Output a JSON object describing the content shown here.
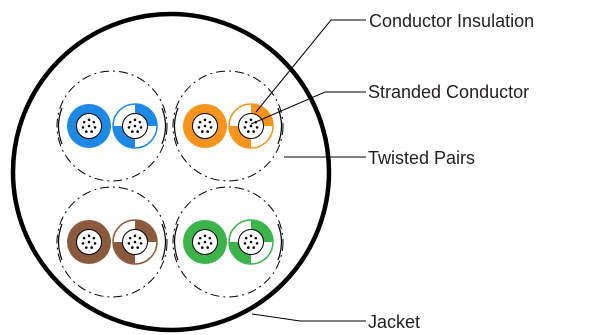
{
  "labels": {
    "conductor_insulation": "Conductor Insulation",
    "stranded_conductor": "Stranded Conductor",
    "twisted_pairs": "Twisted Pairs",
    "jacket": "Jacket"
  },
  "colors": {
    "outline": "#000000",
    "text": "#231f20",
    "blue": "#1e88e5",
    "orange": "#f7941d",
    "brown": "#8b5a3c",
    "green": "#3cb44a",
    "white": "#ffffff"
  },
  "pairs": [
    {
      "name": "blue-pair",
      "color_key": "blue"
    },
    {
      "name": "orange-pair",
      "color_key": "orange"
    },
    {
      "name": "brown-pair",
      "color_key": "brown"
    },
    {
      "name": "green-pair",
      "color_key": "green"
    }
  ]
}
